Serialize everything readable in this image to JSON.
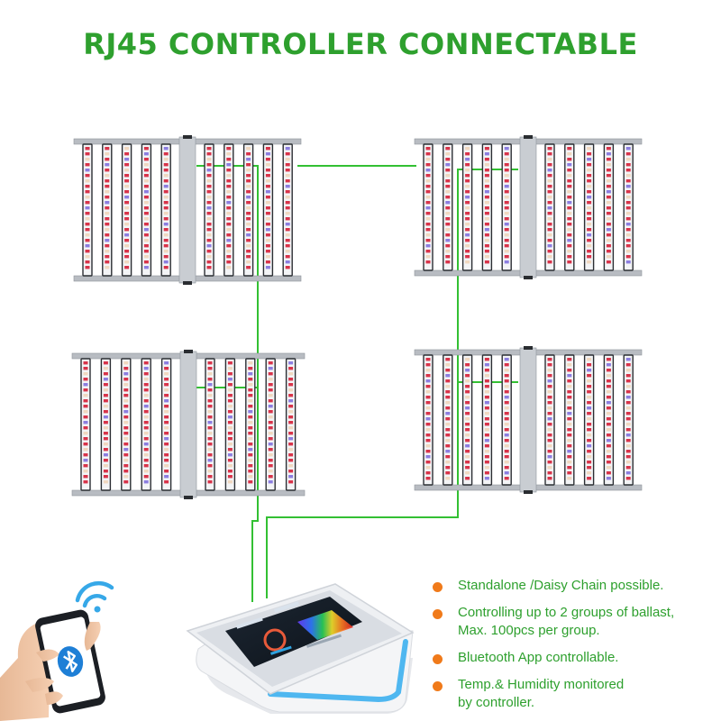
{
  "title": "RJ45 CONTROLLER CONNECTABLE",
  "colors": {
    "title": "#2ea02e",
    "cable": "#33c033",
    "bullet": "#f07a1a",
    "feature_text": "#2ea02e",
    "led_red": "#d8344a",
    "led_white": "#f0d8c0",
    "led_blue": "#8c7ee0",
    "frame": "#b8bcc2",
    "bluetooth": "#1e7fd6"
  },
  "panels": [
    {
      "name": "light-panel-top-left"
    },
    {
      "name": "light-panel-top-right"
    },
    {
      "name": "light-panel-bottom-left"
    },
    {
      "name": "light-panel-bottom-right"
    }
  ],
  "icons": {
    "wifi": "wifi-icon",
    "bluetooth": "bluetooth-icon",
    "phone": "smartphone-icon",
    "controller": "controller-icon"
  },
  "features": [
    {
      "text": "Standalone /Daisy Chain possible."
    },
    {
      "text": "Controlling up to 2 groups of ballast,\nMax. 100pcs per group."
    },
    {
      "text": "Bluetooth App controllable."
    },
    {
      "text": "Temp.& Humidity monitored\nby controller."
    }
  ]
}
